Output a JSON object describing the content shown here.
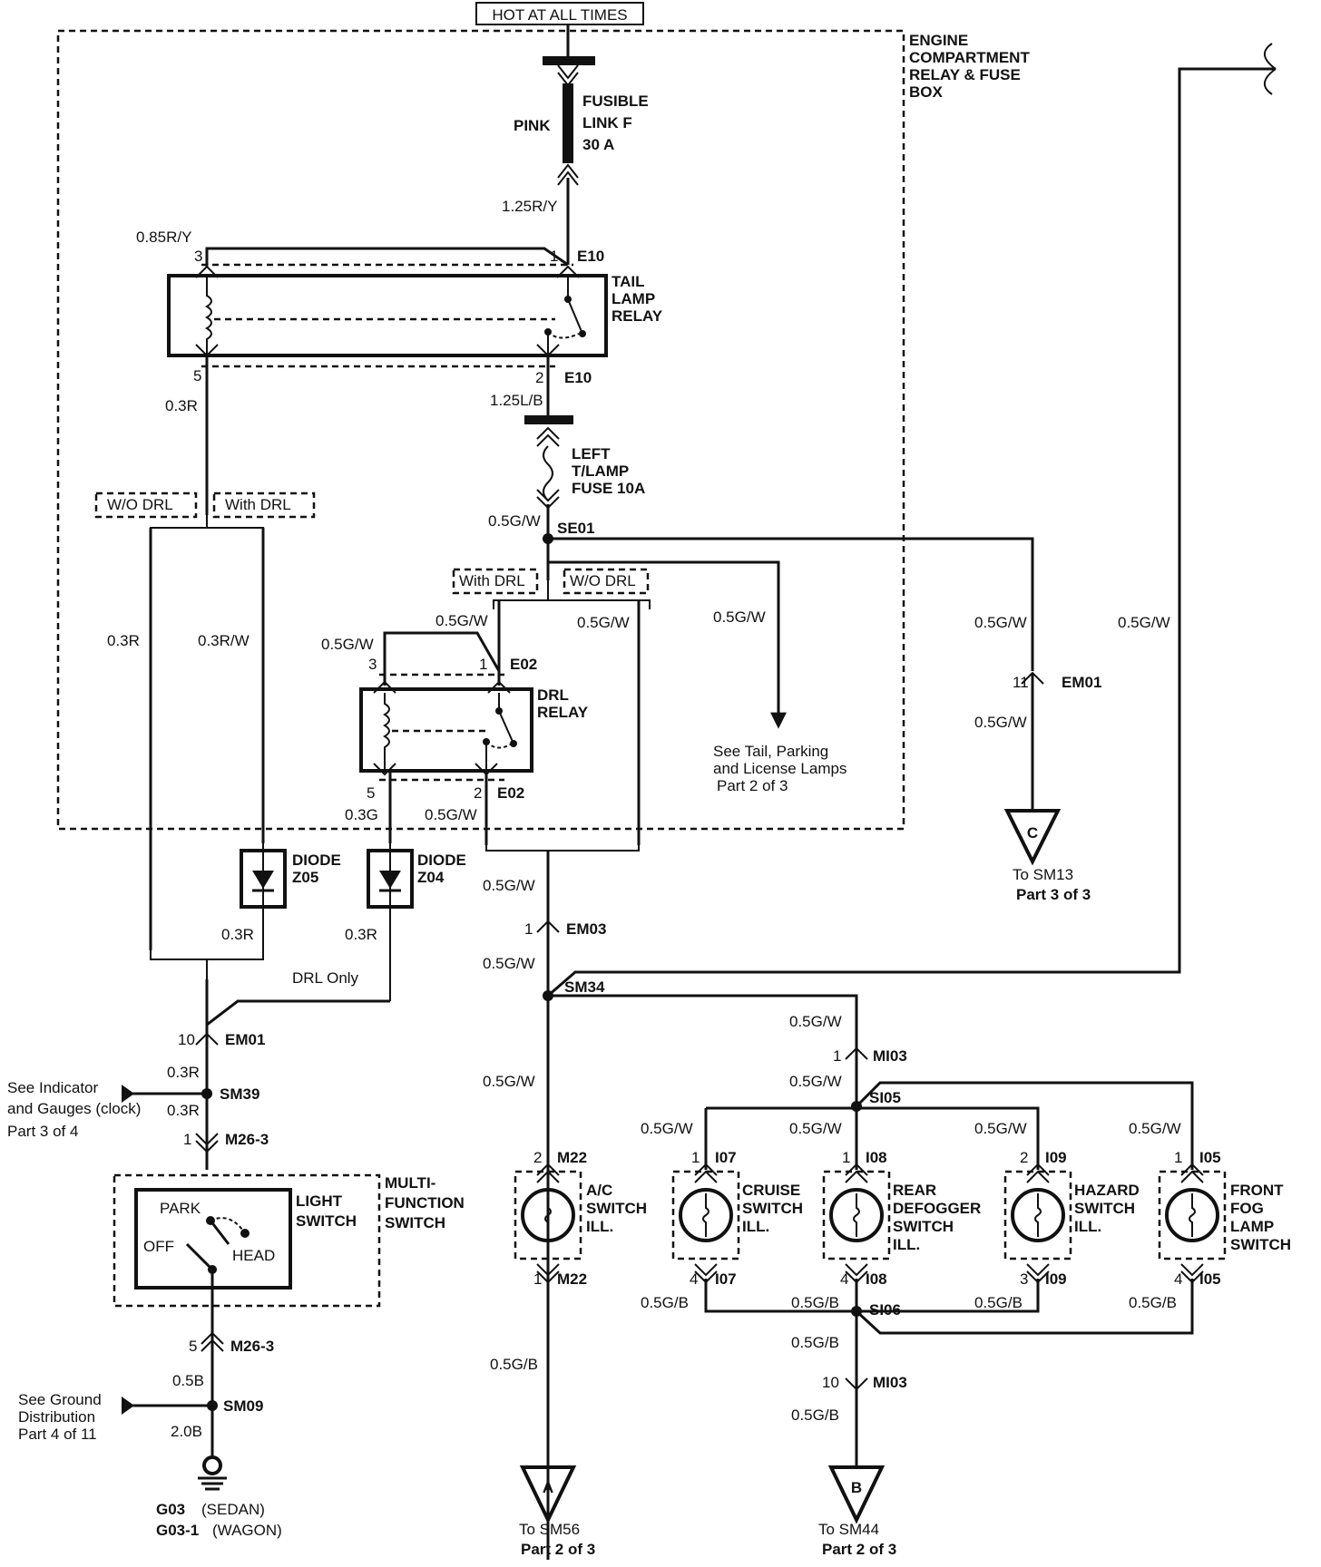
{
  "header": {
    "source": "HOT AT ALL TIMES"
  },
  "engine_box": {
    "label": [
      "ENGINE",
      "COMPARTMENT",
      "RELAY & FUSE",
      "BOX"
    ]
  },
  "fusible_link": {
    "color": "PINK",
    "label": [
      "FUSIBLE",
      "LINK F",
      "30 A"
    ]
  },
  "tail_relay": {
    "label": [
      "TAIL",
      "LAMP",
      "RELAY"
    ],
    "pin_in": "1",
    "pin_coil": "3",
    "pin_out": "2",
    "pin_gnd": "5",
    "connector": "E10"
  },
  "tail_fuse": {
    "label": [
      "LEFT",
      "T/LAMP",
      "FUSE 10A"
    ]
  },
  "drl_relay": {
    "label": [
      "DRL",
      "RELAY"
    ],
    "pin_in": "1",
    "pin_coil": "3",
    "pin_out": "2",
    "pin_gnd": "5",
    "connector": "E02"
  },
  "diodes": [
    {
      "label": [
        "DIODE",
        "Z05"
      ]
    },
    {
      "label": [
        "DIODE",
        "Z04"
      ]
    }
  ],
  "options": {
    "wo_drl": "W/O DRL",
    "with_drl": "With DRL",
    "drl_only": "DRL Only"
  },
  "wires": {
    "r_y_125": "1.25R/Y",
    "r_y_085": "0.85R/Y",
    "r_03": "0.3R",
    "l_b_125": "1.25L/B",
    "g_w": "0.5G/W",
    "r_w_03": "0.3R/W",
    "g_03": "0.3G",
    "g_b": "0.5G/B",
    "b_05": "0.5B",
    "b_20": "2.0B"
  },
  "splices": {
    "se01": "SE01",
    "sm34": "SM34",
    "sm39": "SM39",
    "si05": "SI05",
    "si06": "SI06",
    "sm09": "SM09"
  },
  "connectors": {
    "em01": "EM01",
    "em01_pin_a": "11",
    "em01_pin_b": "10",
    "em03": "EM03",
    "em03_pin": "1",
    "m26": "M26-3",
    "m26_pin_a": "1",
    "m26_pin_b": "5",
    "mi03": "MI03",
    "mi03_pin_a": "1",
    "mi03_pin_b": "10"
  },
  "refs": {
    "tail_parking": [
      "See Tail, Parking",
      "and License Lamps",
      "Part 2 of 3"
    ],
    "indicator": [
      "See Indicator",
      "and Gauges (clock)",
      "Part 3 of 4"
    ],
    "ground": [
      "See Ground",
      "Distribution",
      "Part 4 of 11"
    ]
  },
  "terminals": [
    {
      "letter": "A",
      "to": "To SM56",
      "part": "Part 2 of 3"
    },
    {
      "letter": "B",
      "to": "To SM44",
      "part": "Part 2 of 3"
    },
    {
      "letter": "C",
      "to": "To SM13",
      "part": "Part 3 of 3"
    }
  ],
  "switch_box": {
    "label": [
      "LIGHT",
      "SWITCH"
    ],
    "outer": [
      "MULTI-",
      "FUNCTION",
      "SWITCH"
    ],
    "park": "PARK",
    "off": "OFF",
    "head": "HEAD"
  },
  "ground": {
    "g03": "G03",
    "sedan": "(SEDAN)",
    "g031": "G03-1",
    "wagon": "(WAGON)"
  },
  "lamps": [
    {
      "label": [
        "A/C",
        "SWITCH",
        "ILL."
      ],
      "conn": "M22",
      "pin_top": "2",
      "pin_bot": "1"
    },
    {
      "label": [
        "CRUISE",
        "SWITCH",
        "ILL."
      ],
      "conn": "I07",
      "pin_top": "1",
      "pin_bot": "4"
    },
    {
      "label": [
        "REAR",
        "DEFOGGER",
        "SWITCH",
        "ILL."
      ],
      "conn": "I08",
      "pin_top": "1",
      "pin_bot": "4"
    },
    {
      "label": [
        "HAZARD",
        "SWITCH",
        "ILL."
      ],
      "conn": "I09",
      "pin_top": "2",
      "pin_bot": "3"
    },
    {
      "label": [
        "FRONT",
        "FOG",
        "LAMP",
        "SWITCH"
      ],
      "conn": "I05",
      "pin_top": "1",
      "pin_bot": "4"
    }
  ]
}
